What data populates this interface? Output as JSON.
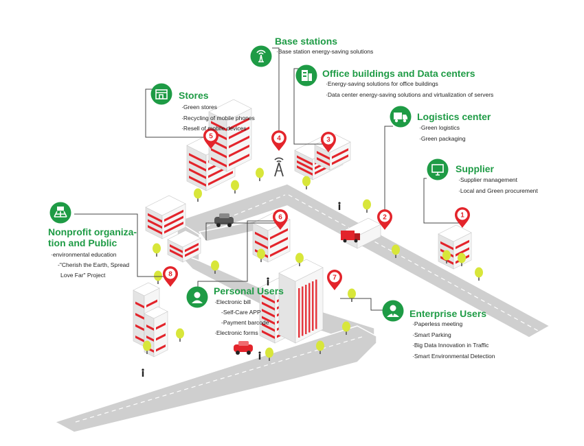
{
  "colors": {
    "green": "#1e9b45",
    "red": "#e3242b",
    "road": "#cfcfcf",
    "tree": "#d8e63a"
  },
  "categories": [
    {
      "id": "base",
      "num": "4",
      "icon": "antenna-icon",
      "title": "Base stations",
      "items": [
        "Base station energy-saving  solutions"
      ]
    },
    {
      "id": "office",
      "num": "3",
      "icon": "office-building-icon",
      "title": "Office buildings and Data centers",
      "items": [
        "Energy-saving solutions for office buildings",
        "Data center energy-saving solutions and virtualization of servers"
      ]
    },
    {
      "id": "stores",
      "num": "5",
      "icon": "store-icon",
      "title": "Stores",
      "items": [
        "Green stores",
        "Recycling of mobile phones",
        "Resell of mobile devices"
      ]
    },
    {
      "id": "logistics",
      "num": "2",
      "icon": "truck-icon",
      "title": "Logistics center",
      "items": [
        "Green logistics",
        "Green packaging"
      ]
    },
    {
      "id": "supplier",
      "num": "1",
      "icon": "monitor-icon",
      "title": "Supplier",
      "items": [
        "Supplier management",
        "Local and Green procurement"
      ]
    },
    {
      "id": "nonprofit",
      "num": "8",
      "icon": "field-icon",
      "title_lines": [
        "Nonprofit organiza-",
        "tion and Public"
      ],
      "items": [
        "environmental education",
        "-\"Cherish the Earth, Spread",
        "Love Far\" Project"
      ]
    },
    {
      "id": "personal",
      "num": "6",
      "icon": "person-icon",
      "title": "Personal Users",
      "items": [
        "Electronic bill",
        "-Self-Care APP",
        "-Payment barcode",
        "Electronic forms"
      ]
    },
    {
      "id": "enterprise",
      "num": "7",
      "icon": "business-person-icon",
      "title": "Enterprise Users",
      "items": [
        "Paperless meeting",
        "Smart Parking",
        "Big Data Innovation in Traffic",
        "Smart Environmental Detection"
      ]
    }
  ]
}
